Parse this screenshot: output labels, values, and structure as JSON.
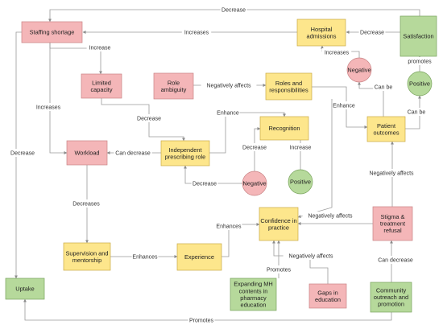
{
  "colors": {
    "red_fill": "#f4b6b8",
    "red_stroke": "#c98385",
    "yellow_fill": "#fde68c",
    "yellow_stroke": "#c9aa45",
    "green_fill": "#b6d99b",
    "green_stroke": "#7aa45e",
    "line": "#9a9a9a",
    "label_bg": "#ffffff"
  },
  "nodes": {
    "staffing_shortage": {
      "text": [
        "Staffing shortage"
      ],
      "color": "red"
    },
    "hospital_admissions": {
      "text": [
        "Hospital",
        "admissions"
      ],
      "color": "yellow"
    },
    "satisfaction": {
      "text": [
        "Satisfaction"
      ],
      "color": "green"
    },
    "negative_top": {
      "text": [
        "Negative"
      ],
      "color": "red"
    },
    "positive_top": {
      "text": [
        "Positive"
      ],
      "color": "green"
    },
    "limited_capacity": {
      "text": [
        "Limited",
        "capacity"
      ],
      "color": "red"
    },
    "role_ambiguity": {
      "text": [
        "Role",
        "ambiguity"
      ],
      "color": "red"
    },
    "roles_responsibilities": {
      "text": [
        "Roles and",
        "responsibilities"
      ],
      "color": "yellow"
    },
    "patient_outcomes": {
      "text": [
        "Patient",
        "outcomes"
      ],
      "color": "yellow"
    },
    "recognition": {
      "text": [
        "Recognition"
      ],
      "color": "yellow"
    },
    "workload": {
      "text": [
        "Workload"
      ],
      "color": "red"
    },
    "independent_prescribing": {
      "text": [
        "Independent",
        "prescribing role"
      ],
      "color": "yellow"
    },
    "negative_mid": {
      "text": [
        "Negative"
      ],
      "color": "red"
    },
    "positive_mid": {
      "text": [
        "Positive"
      ],
      "color": "green"
    },
    "confidence": {
      "text": [
        "Confidence in",
        "practice"
      ],
      "color": "yellow"
    },
    "stigma": {
      "text": [
        "Stigma &",
        "treatment",
        "refusal"
      ],
      "color": "red"
    },
    "supervision": {
      "text": [
        "Supervision and",
        "mentorship"
      ],
      "color": "yellow"
    },
    "experience": {
      "text": [
        "Experience"
      ],
      "color": "yellow"
    },
    "uptake": {
      "text": [
        "Uptake"
      ],
      "color": "green"
    },
    "expanding_mh": {
      "text": [
        "Expanding MH",
        "contents in",
        "pharmacy",
        "education"
      ],
      "color": "green"
    },
    "gaps_education": {
      "text": [
        "Gaps in",
        "education"
      ],
      "color": "red"
    },
    "community_outreach": {
      "text": [
        "Community",
        "outreach and",
        "promotion"
      ],
      "color": "green"
    }
  },
  "edge_labels": {
    "decrease_top": "Decrease",
    "increases_top": "Increases",
    "decrease_admissions": "Decrease",
    "increase_limited": "Increase",
    "increases_left": "Increases",
    "decrease_left": "Decrease",
    "increases_negative": "Increases",
    "promotes_satisfaction": "promotes",
    "negatively_affects_roles": "Negatively affects",
    "can_be_negative": "Can be",
    "can_be_positive": "Can be",
    "enhance_roles": "Enhance",
    "decrease_capacity": "Decrease",
    "enhance_recognition": "Enhance",
    "can_decrease_workload": "Can decrease",
    "decrease_recognition": "Decrease",
    "increase_recognition": "Increase",
    "decrease_independent": "Decrease",
    "negatively_affects_patient": "Negatively affects",
    "decreases_supervision": "Decreases",
    "enhances_experience": "Enhances",
    "enhances_confidence": "Enhances",
    "negatively_affects_confidence": "Negatively affects",
    "negatively_affects_gaps": "Negatively affects",
    "can_decrease_stigma": "Can decrease",
    "promotes_expanding": "Promotes",
    "promotes_bottom": "Promotes"
  }
}
